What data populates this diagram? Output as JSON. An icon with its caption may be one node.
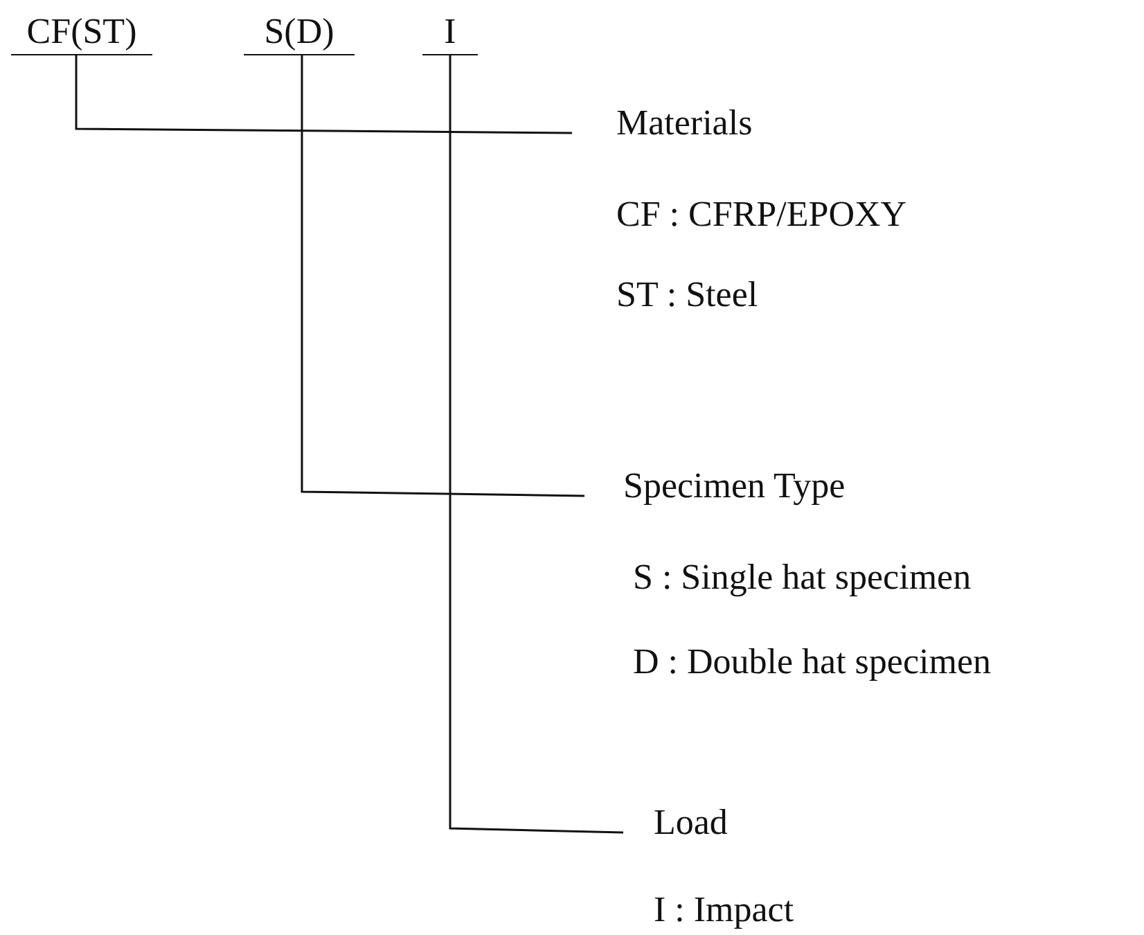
{
  "diagram": {
    "nodes": [
      {
        "text": [
          "CF(ST)"
        ]
      },
      {
        "text": [
          "S(D)"
        ]
      },
      {
        "text": [
          "I"
        ]
      },
      {
        "text": [
          "Materials"
        ]
      },
      {
        "text": [
          "Specimen Type"
        ]
      },
      {
        "text": [
          "Load"
        ]
      }
    ],
    "edges": [
      {
        "from": 0,
        "to": 3,
        "arrow": "none"
      },
      {
        "from": 1,
        "to": 4,
        "arrow": "none"
      },
      {
        "from": 2,
        "to": 5,
        "arrow": "none"
      }
    ],
    "labels": [
      "CF : CFRP/EPOXY",
      "ST : Steel",
      "S : Single hat specimen",
      "D : Double hat specimen",
      "I : Impact"
    ]
  }
}
